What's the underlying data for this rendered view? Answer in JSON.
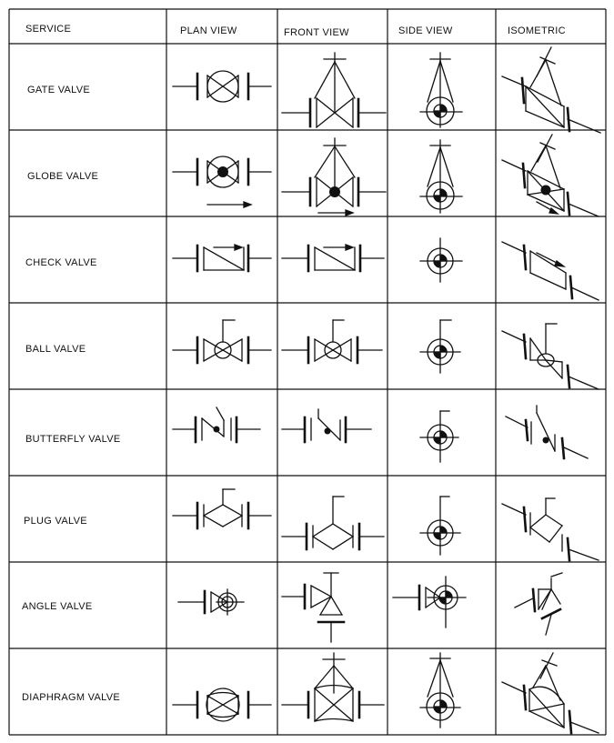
{
  "headers": {
    "service": "SERVICE",
    "plan": "PLAN VIEW",
    "front": "FRONT VIEW",
    "side": "SIDE VIEW",
    "iso": "ISOMETRIC"
  },
  "rows": [
    {
      "label": "GATE VALVE"
    },
    {
      "label": "GLOBE VALVE"
    },
    {
      "label": "CHECK VALVE"
    },
    {
      "label": "BALL VALVE"
    },
    {
      "label": "BUTTERFLY VALVE"
    },
    {
      "label": "PLUG VALVE"
    },
    {
      "label": "ANGLE VALVE"
    },
    {
      "label": "DIAPHRAGM VALVE"
    }
  ]
}
